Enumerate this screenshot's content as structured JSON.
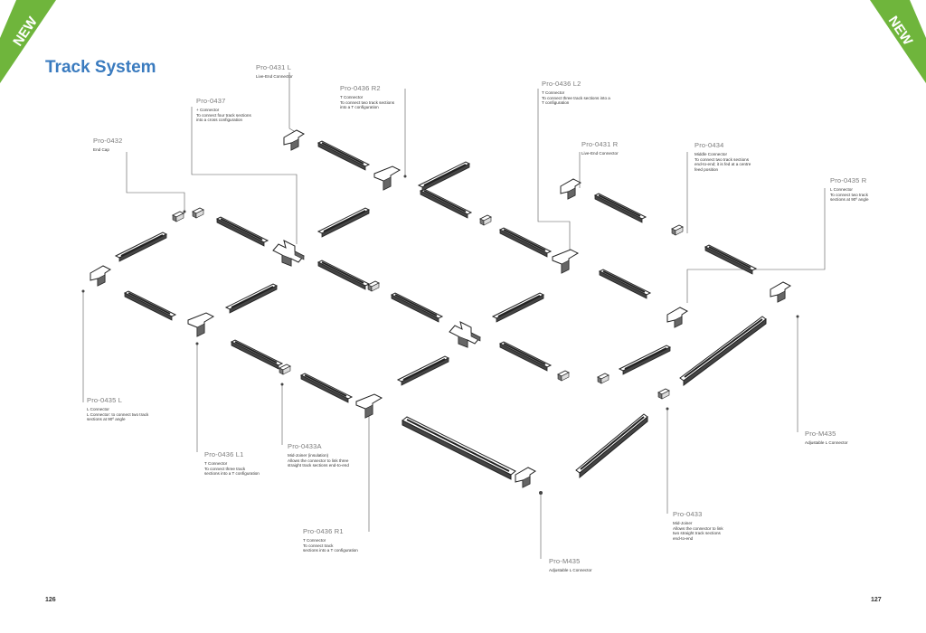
{
  "ribbons": {
    "left_text": "NEW",
    "right_text": "NEW",
    "color": "#6fb53c"
  },
  "title": "Track System",
  "accent_color": "#3a7bbf",
  "page_numbers": {
    "left": "126",
    "right": "127"
  },
  "labels": {
    "pro0431l": {
      "code": "Pro-0431 L",
      "desc": [
        "Live-End Connector"
      ]
    },
    "pro0436r2": {
      "code": "Pro-0436 R2",
      "desc": [
        "T Connector",
        "To connect two track sections",
        "into a T configuration"
      ]
    },
    "pro0437": {
      "code": "Pro-0437",
      "desc": [
        "+ Connector",
        "To connect four track sections",
        "into a cross configuration"
      ]
    },
    "pro0432": {
      "code": "Pro-0432",
      "desc": [
        "End Cap"
      ]
    },
    "pro0436l2": {
      "code": "Pro-0436 L2",
      "desc": [
        "T Connector",
        "To connect three track sections into a",
        "T configuration"
      ]
    },
    "pro0431r": {
      "code": "Pro-0431 R",
      "desc": [
        "Live-End Connector"
      ]
    },
    "pro0434": {
      "code": "Pro-0434",
      "desc": [
        "Middle Connector",
        "To connect two track sections",
        "end-to-end; it is fed at a centre",
        "feed position"
      ]
    },
    "pro0435r": {
      "code": "Pro-0435 R",
      "desc": [
        "L Connector",
        "To connect two track",
        "sections at 90º angle"
      ]
    },
    "pro0435l": {
      "code": "Pro-0435 L",
      "desc": [
        "L Connector",
        "L Connector: to connect two track",
        "sections at 90º angle"
      ]
    },
    "pro0436l1": {
      "code": "Pro-0436 L1",
      "desc": [
        "T Connector",
        "To connect three track",
        "sections into a T configuration"
      ]
    },
    "pro0433a": {
      "code": "Pro-0433A",
      "desc": [
        "Mid-Joiner (insulation)",
        "Allows the connector to link three",
        "straight track sections end-to-end"
      ]
    },
    "pro0436r1": {
      "code": "Pro-0436 R1",
      "desc": [
        "T Connector",
        "To connect track",
        "sections into a T configuration"
      ]
    },
    "prom435a": {
      "code": "Pro-M435",
      "desc": [
        "Adjustable L Connector"
      ]
    },
    "pro0433": {
      "code": "Pro-0433",
      "desc": [
        "Mid-Joiner",
        "Allows the connector to link",
        "two straight track sections",
        "end-to-end"
      ]
    },
    "prom435b": {
      "code": "Pro-M435",
      "desc": [
        "Adjustable L Connector"
      ]
    }
  }
}
